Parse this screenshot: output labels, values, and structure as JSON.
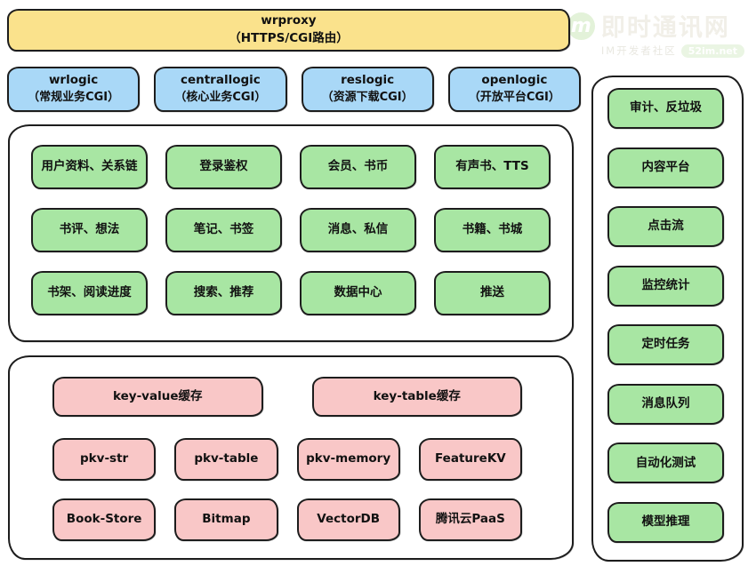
{
  "colors": {
    "yellow": "#fae28c",
    "blue": "#a9d8f7",
    "green": "#a8e6a3",
    "pink": "#f9c7c7",
    "border": "#1d1d1d"
  },
  "watermark": {
    "logo": "m",
    "title": "即时通讯网",
    "subtitle": "IM开发者社区",
    "badge": "52im.net"
  },
  "proxy": {
    "name": "wrproxy",
    "desc": "（HTTPS/CGI路由）"
  },
  "logic_layer": [
    {
      "name": "wrlogic",
      "desc": "（常规业务CGI）"
    },
    {
      "name": "centrallogic",
      "desc": "（核心业务CGI）"
    },
    {
      "name": "reslogic",
      "desc": "（资源下载CGI）"
    },
    {
      "name": "openlogic",
      "desc": "（开放平台CGI）"
    }
  ],
  "services": [
    [
      "用户资料、关系链",
      "登录鉴权",
      "会员、书币",
      "有声书、TTS"
    ],
    [
      "书评、想法",
      "笔记、书签",
      "消息、私信",
      "书籍、书城"
    ],
    [
      "书架、阅读进度",
      "搜索、推荐",
      "数据中心",
      "推送"
    ]
  ],
  "storage": {
    "caches": [
      "key-value缓存",
      "key-table缓存"
    ],
    "components": [
      [
        "pkv-str",
        "pkv-table",
        "pkv-memory",
        "FeatureKV"
      ],
      [
        "Book-Store",
        "Bitmap",
        "VectorDB",
        "腾讯云PaaS"
      ]
    ]
  },
  "platform": [
    "审计、反垃圾",
    "内容平台",
    "点击流",
    "监控统计",
    "定时任务",
    "消息队列",
    "自动化测试",
    "模型推理"
  ]
}
